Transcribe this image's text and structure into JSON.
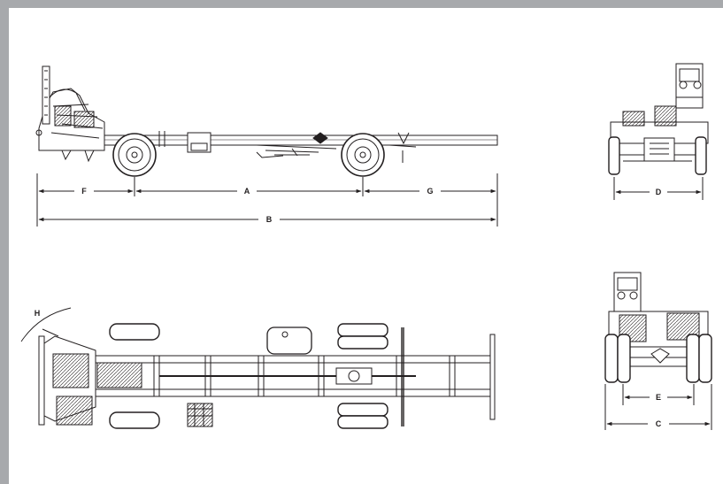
{
  "colors": {
    "frame": "#a7a9ac",
    "line": "#231f20",
    "background": "#ffffff"
  },
  "labels": {
    "f": "F",
    "a": "A",
    "g": "G",
    "b": "B",
    "d": "D",
    "e": "E",
    "c": "C",
    "h": "H"
  }
}
